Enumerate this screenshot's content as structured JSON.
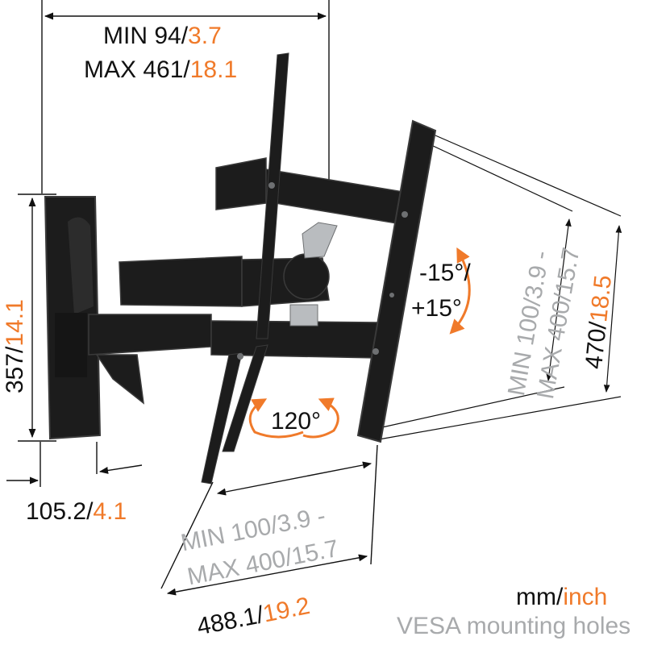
{
  "colors": {
    "black": "#111111",
    "orange": "#f07a2a",
    "gray": "#a8aaac",
    "mount_body": "#1c1c1c",
    "mount_edge": "#3a3a3a",
    "chrome": "#b9bcbf"
  },
  "dimensions": {
    "arm_extension": {
      "min_mm": "MIN 94",
      "min_inch": "3.7",
      "max_mm": "MAX 461",
      "max_inch": "18.1"
    },
    "wall_plate_height": {
      "mm": "357",
      "inch": "14.1"
    },
    "wall_plate_depth": {
      "mm": "105.2",
      "inch": "4.1"
    },
    "vesa_horizontal": {
      "min_mm": "MIN 100",
      "min_inch": "3.9 -",
      "max_mm": "MAX 400",
      "max_inch": "15.7"
    },
    "vesa_vertical": {
      "min_mm": "MIN 100",
      "min_inch": "3.9 -",
      "max_mm": "MAX 400",
      "max_inch": "15.7"
    },
    "plate_width": {
      "mm": "488.1",
      "inch": "19.2"
    },
    "plate_height": {
      "mm": "470",
      "inch": "18.5"
    }
  },
  "tilt": {
    "line1": "-15°/",
    "line2": "+15°"
  },
  "swivel": {
    "label": "120°"
  },
  "legend": {
    "unit_mm": "mm/",
    "unit_inch": "inch",
    "caption": "VESA mounting holes"
  },
  "icons": [
    "tilt-arrow-icon",
    "swivel-arrow-icon"
  ]
}
